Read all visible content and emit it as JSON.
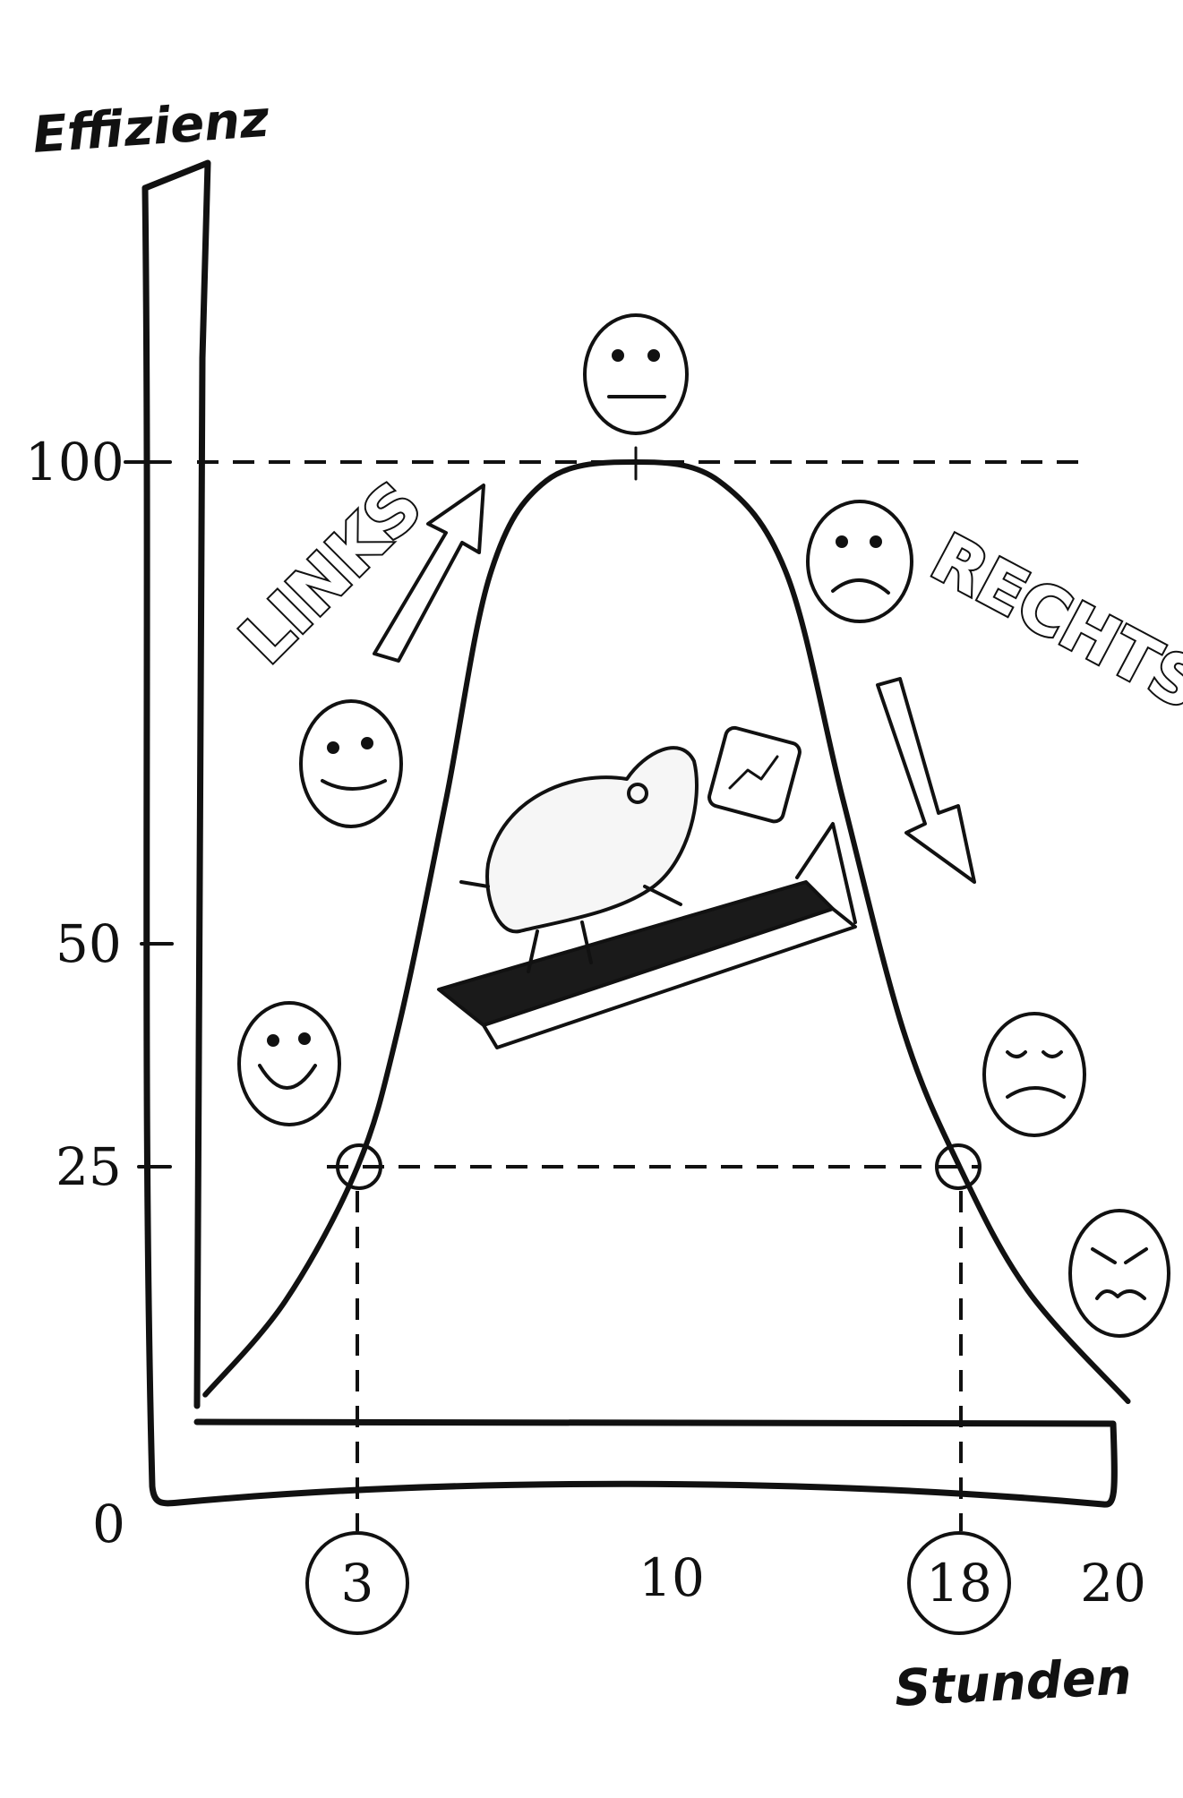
{
  "chart_data": {
    "type": "line",
    "title": "",
    "xlabel": "Stunden",
    "ylabel": "Effizienz",
    "x_ticks": [
      "0",
      "3",
      "10",
      "18",
      "20"
    ],
    "y_ticks": [
      "100",
      "50",
      "25"
    ],
    "highlighted_x": [
      "3",
      "18"
    ],
    "reference_lines": [
      {
        "axis": "y",
        "value": 100,
        "style": "dashed"
      },
      {
        "axis": "y",
        "value": 25,
        "style": "dashed"
      },
      {
        "axis": "x",
        "value": 3,
        "style": "dashed"
      },
      {
        "axis": "x",
        "value": 18,
        "style": "dashed"
      }
    ],
    "series": [
      {
        "name": "Effizienz",
        "x": [
          -0.8,
          1.2,
          3,
          4.0,
          5.2,
          6.3,
          7.7,
          9.9,
          12,
          13.7,
          15.1,
          16.6,
          18,
          19.7,
          22.2
        ],
        "y": [
          0.7,
          10.7,
          25,
          39.5,
          64,
          88,
          98,
          100,
          98,
          88,
          64,
          39.5,
          25,
          11.8,
          0
        ]
      }
    ],
    "annotations": [
      "LINKS",
      "RECHTS"
    ],
    "grid": false
  },
  "icons": [
    "neutral-face-icon",
    "sad-face-icon",
    "smile-face-icon",
    "big-smile-face-icon",
    "tired-face-icon",
    "angry-face-icon",
    "arrow-up-icon",
    "arrow-down-icon",
    "hamster-treadmill-illustration"
  ]
}
